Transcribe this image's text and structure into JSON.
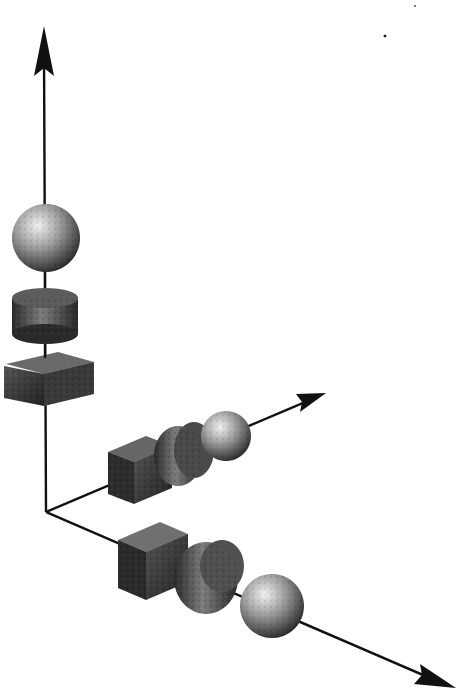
{
  "diagram": {
    "axes": [
      {
        "direction": "vertical"
      },
      {
        "direction": "diagonal-up-right"
      },
      {
        "direction": "diagonal-down-right"
      }
    ],
    "object_sets": [
      {
        "axis": "vertical",
        "objects": [
          "cube-icon",
          "cylinder-icon",
          "sphere-icon"
        ]
      },
      {
        "axis": "diagonal-up-right",
        "objects": [
          "cube-icon",
          "cylinder-icon",
          "sphere-icon"
        ]
      },
      {
        "axis": "diagonal-down-right",
        "objects": [
          "cube-icon",
          "cylinder-icon",
          "sphere-icon"
        ]
      }
    ],
    "colors": {
      "background": "#ffffff",
      "axis": "#111111",
      "solid_dark": "#2f2f2f",
      "solid_mid": "#6a6a6a",
      "sphere_light": "#e4e4e4"
    }
  }
}
